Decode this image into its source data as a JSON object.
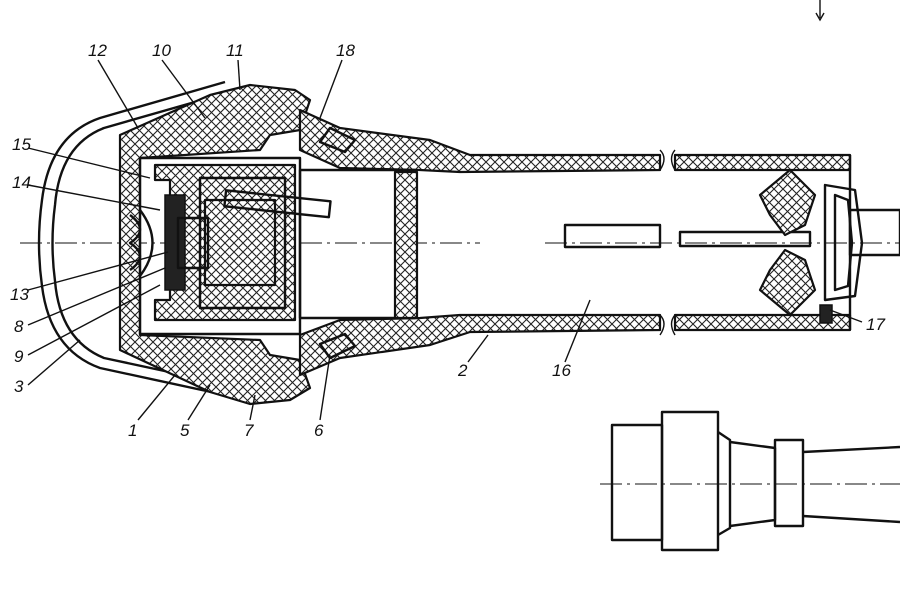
{
  "labels": {
    "l12": "12",
    "l10": "10",
    "l11": "11",
    "l18": "18",
    "l15": "15",
    "l14": "14",
    "l13": "13",
    "l8": "8",
    "l9": "9",
    "l3": "3",
    "l1": "1",
    "l5": "5",
    "l7": "7",
    "l6": "6",
    "l2": "2",
    "l16": "16",
    "l17": "17"
  },
  "colors": {
    "ink": "#111111",
    "paper": "#ffffff"
  }
}
